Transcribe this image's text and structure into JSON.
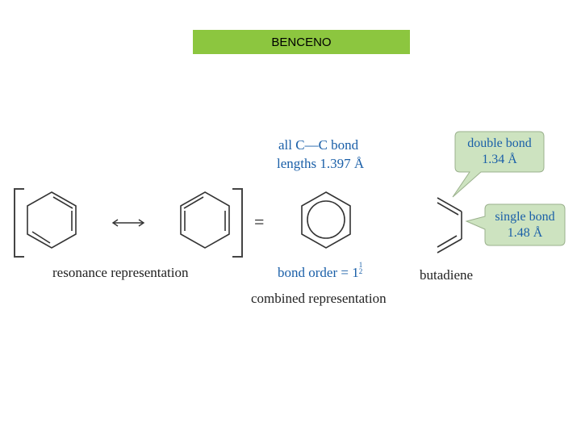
{
  "banner": {
    "title": "BENCENO"
  },
  "labels": {
    "bond_lengths_line1": "all C—C bond",
    "bond_lengths_line2": "lengths 1.397 Å",
    "resonance": "resonance representation",
    "bond_order_prefix": "bond order = 1",
    "bond_order_num": "1",
    "bond_order_den": "2",
    "combined": "combined representation",
    "butadiene": "butadiene",
    "equals": "="
  },
  "callouts": {
    "double_bond": {
      "line1": "double bond",
      "line2": "1.34 Å"
    },
    "single_bond": {
      "line1": "single bond",
      "line2": "1.48 Å"
    }
  },
  "colors": {
    "banner": "#8cc63f",
    "callout_fill": "#cde3c0",
    "label_blue": "#1a5fa8"
  }
}
